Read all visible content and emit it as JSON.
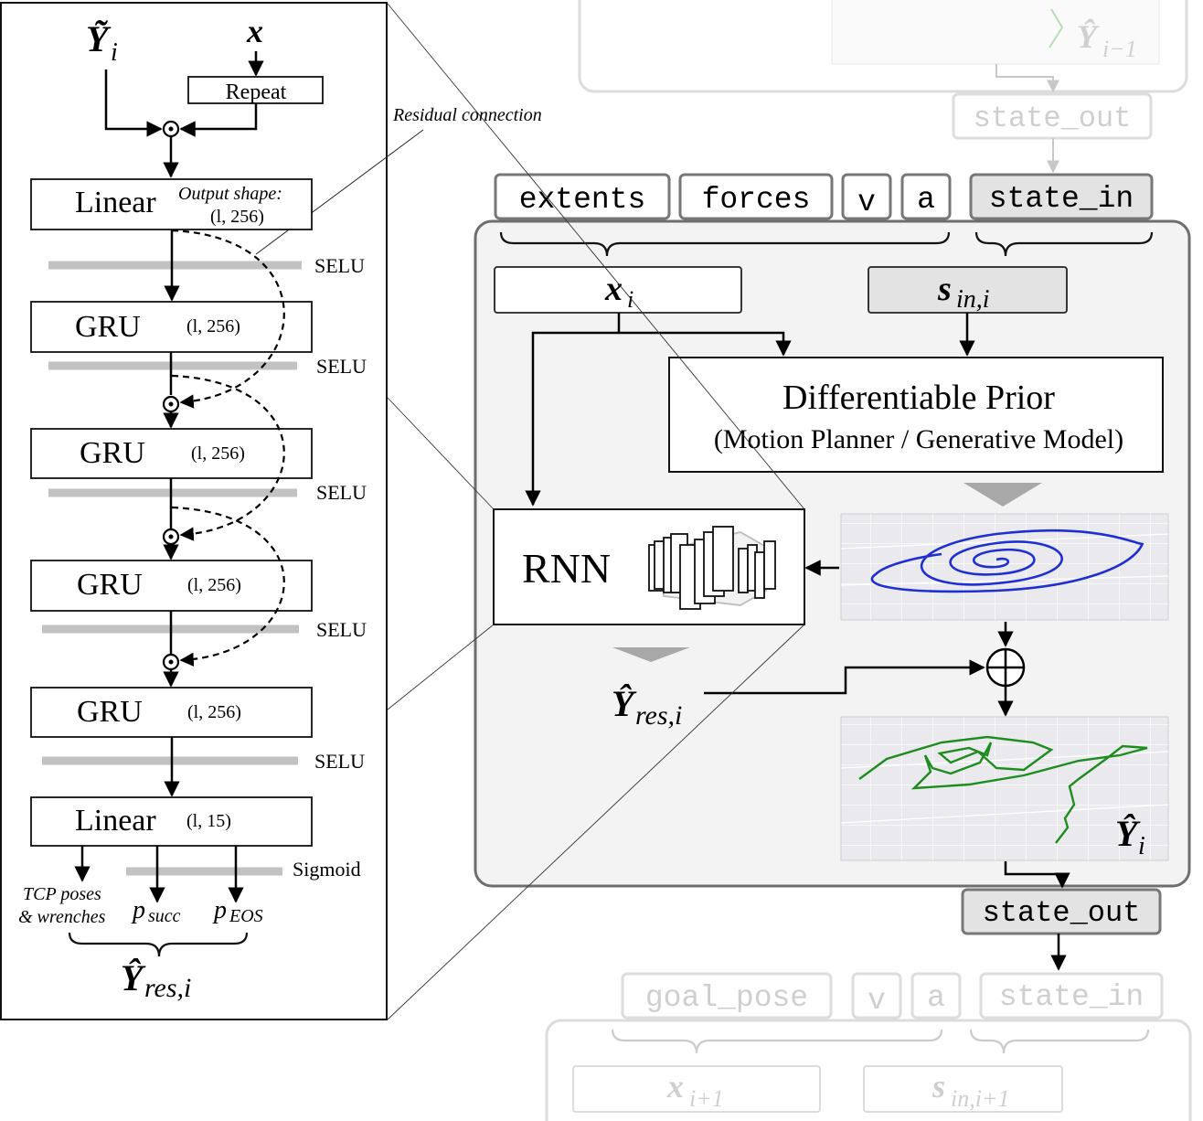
{
  "left_panel": {
    "input_y": "Ỹ",
    "input_y_sub": "i",
    "input_x": "x",
    "repeat_label": "Repeat",
    "residual_label": "Residual connection",
    "output_shape_label": "Output shape:",
    "layers": [
      {
        "name": "Linear",
        "shape": "(l, 256)"
      },
      {
        "name": "GRU",
        "shape": "(l, 256)"
      },
      {
        "name": "GRU",
        "shape": "(l, 256)"
      },
      {
        "name": "GRU",
        "shape": "(l, 256)"
      },
      {
        "name": "GRU",
        "shape": "(l, 256)"
      },
      {
        "name": "Linear",
        "shape": "(l, 15)"
      }
    ],
    "activations": [
      "SELU",
      "SELU",
      "SELU",
      "SELU",
      "SELU",
      "Sigmoid"
    ],
    "outputs": {
      "tcp_line1": "TCP poses",
      "tcp_line2": "& wrenches",
      "p_succ": "p",
      "p_succ_sub": "succ",
      "p_eos": "p",
      "p_eos_sub": "EOS"
    },
    "y_res": "Ŷ",
    "y_res_sub": "res,i"
  },
  "top_block": {
    "y_prev": "Ŷ",
    "y_prev_sub": "i−1",
    "state_out": "state_out"
  },
  "main_block": {
    "inputs": [
      "extents",
      "forces",
      "v",
      "a"
    ],
    "state_in": "state_in",
    "x_label": "x",
    "x_sub": "i",
    "s_label": "s",
    "s_sub": "in,i",
    "prior_title": "Differentiable Prior",
    "prior_subtitle": "(Motion Planner / Generative Model)",
    "rnn_label": "RNN",
    "y_res": "Ŷ",
    "y_res_sub": "res,i",
    "y_out": "Ŷ",
    "y_out_sub": "i",
    "state_out": "state_out"
  },
  "next_block": {
    "inputs": [
      "goal_pose",
      "v",
      "a"
    ],
    "state_in": "state_in",
    "x_label": "x",
    "x_sub": "i+1",
    "s_label": "s",
    "s_sub": "in,i+1"
  },
  "colors": {
    "spiral": "#1f2fd0",
    "trajectory": "#1e8c1e",
    "panel_fill": "#f3f3f3",
    "faded": "#d4d4d4"
  }
}
